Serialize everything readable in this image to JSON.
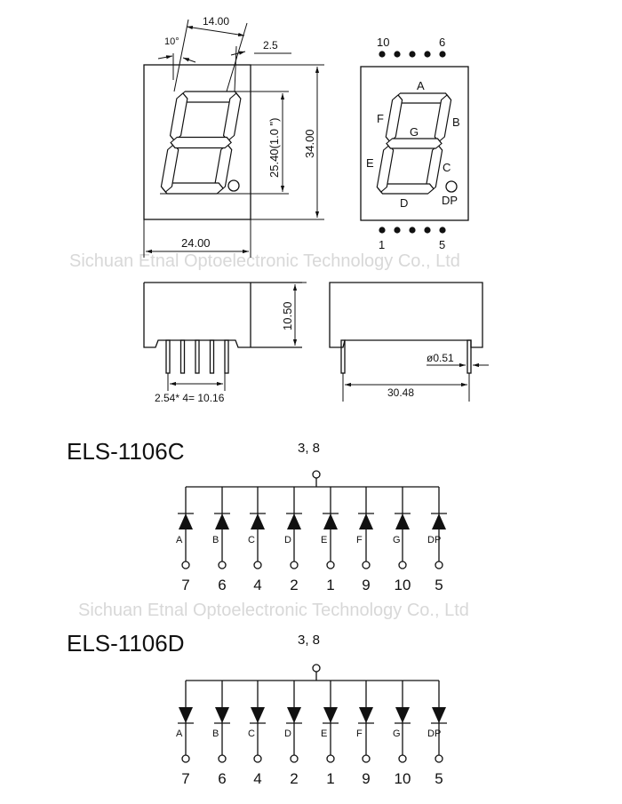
{
  "watermark": "Sichuan Etnal Optoelectronic Technology Co., Ltd",
  "front_view": {
    "dim_width_top": "14.00",
    "dim_angle": "10°",
    "dim_segment_offset": "2.5",
    "dim_digit_height": "25.40(1.0 \")",
    "dim_height": "34.00",
    "dim_width": "24.00"
  },
  "pin_view": {
    "top_pin_left": "10",
    "top_pin_right": "6",
    "bottom_pin_left": "1",
    "bottom_pin_right": "5",
    "segments": {
      "A": "A",
      "B": "B",
      "C": "C",
      "D": "D",
      "E": "E",
      "F": "F",
      "G": "G",
      "DP": "DP"
    }
  },
  "side_view": {
    "dim_depth": "10.50",
    "dim_pin_pitch": "2.54* 4= 10.16",
    "dim_pin_diameter": "ø0.51",
    "dim_row_spacing": "30.48"
  },
  "schematics": [
    {
      "model": "ELS-1106C",
      "type": "common-anode",
      "common_pins": "3, 8",
      "segments": [
        "A",
        "B",
        "C",
        "D",
        "E",
        "F",
        "G",
        "DP"
      ],
      "pins": [
        "7",
        "6",
        "4",
        "2",
        "1",
        "9",
        "10",
        "5"
      ]
    },
    {
      "model": "ELS-1106D",
      "type": "common-cathode",
      "common_pins": "3, 8",
      "segments": [
        "A",
        "B",
        "C",
        "D",
        "E",
        "F",
        "G",
        "DP"
      ],
      "pins": [
        "7",
        "6",
        "4",
        "2",
        "1",
        "9",
        "10",
        "5"
      ]
    }
  ]
}
